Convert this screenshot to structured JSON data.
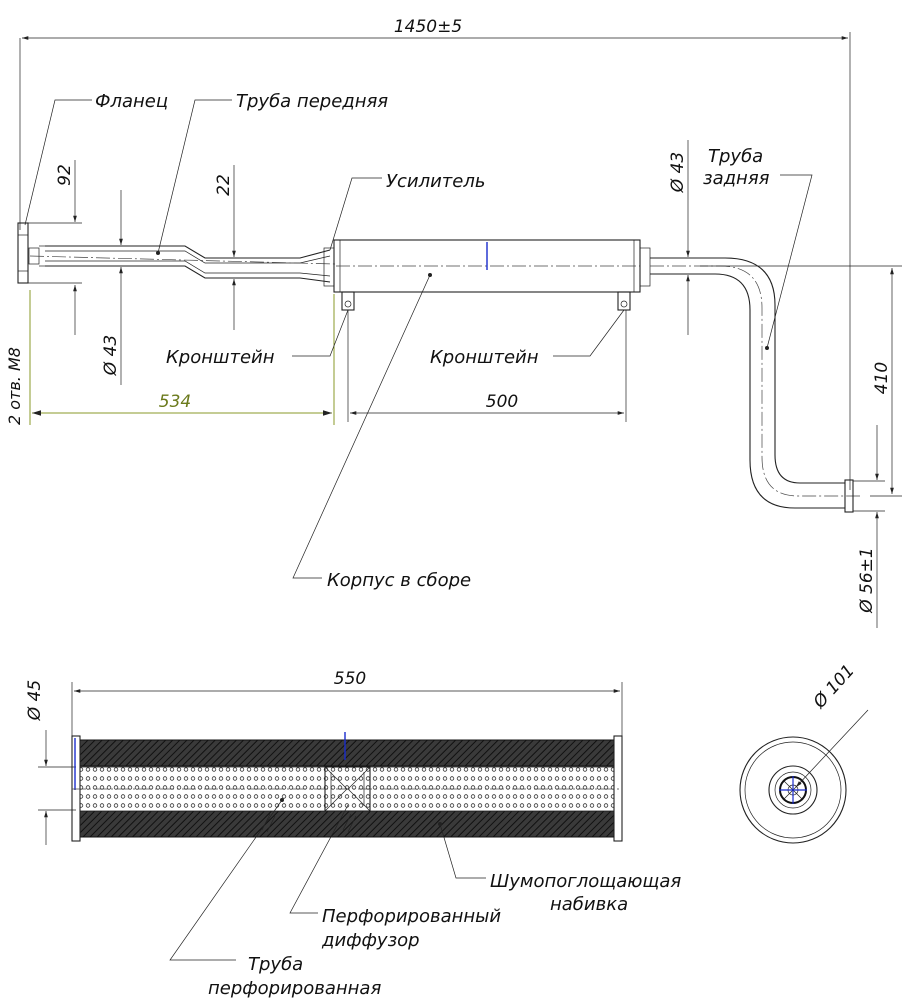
{
  "labels": {
    "flange": "Фланец",
    "front_pipe": "Труба передняя",
    "reinforcer": "Усилитель",
    "rear_pipe_1": "Труба",
    "rear_pipe_2": "задняя",
    "bracket_left": "Кронштейн",
    "bracket_right": "Кронштейн",
    "body_assembly": "Корпус в сборе",
    "holes": "2 отв. М8",
    "sound_absorbing_1": "Шумопоглощающая",
    "sound_absorbing_2": "набивка",
    "perforated_diffuser_1": "Перфорированный",
    "perforated_diffuser_2": "диффузор",
    "perforated_pipe_1": "Труба",
    "perforated_pipe_2": "перфорированная"
  },
  "dimensions": {
    "overall_length": "1450±5",
    "flange_dist": "92",
    "neck_dia": "22",
    "front_pipe_dia": "Ø 43",
    "front_length": "534",
    "body_length": "500",
    "rear_pipe_dia": "Ø 43",
    "rear_drop": "410",
    "outlet_dia": "Ø 56±1",
    "inner_length": "550",
    "inner_dia": "Ø 45",
    "body_dia": "Ø 101"
  },
  "colors": {
    "line": "#222222",
    "green_dim": "#8a9a2a",
    "accent_blue": "#1a2ccc",
    "hatch": "#2a2a2a"
  }
}
